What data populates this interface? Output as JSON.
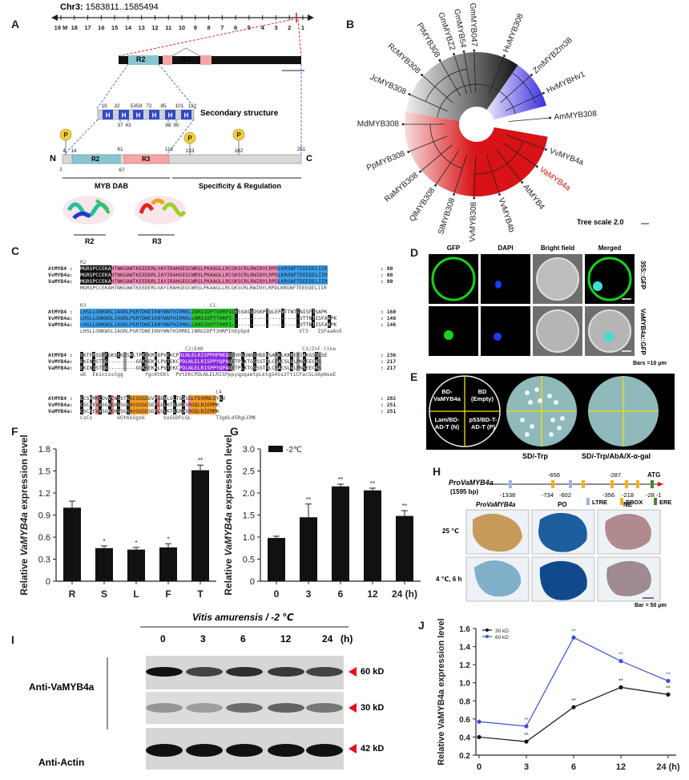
{
  "panelA": {
    "label": "A",
    "chrom": "Chr3:",
    "range": "1583811..1585494",
    "ruler_ticks": [
      "19 M",
      "18",
      "17",
      "16",
      "15",
      "14",
      "13",
      "12",
      "11",
      "10",
      "9",
      "8",
      "7",
      "6",
      "5",
      "4",
      "3",
      "2",
      "1"
    ],
    "gene_r2": "R2",
    "gene_r3": "R3",
    "ss_title": "Secondary structure",
    "ss_top_nums": [
      "19",
      "32",
      "5359",
      "72",
      "85",
      "101",
      "112"
    ],
    "ss_bot_nums": [
      "37",
      "43",
      "88",
      "95"
    ],
    "helix": "H",
    "p": "P",
    "dom_n": "N",
    "dom_c": "C",
    "dom_nums": [
      "4",
      "14",
      "61",
      "112",
      "133",
      "182",
      "251",
      "1",
      "67"
    ],
    "dom_r2": "R2",
    "dom_r3": "R3",
    "mybdab": "MYB DAB",
    "spec": "Specificity & Regulation",
    "struct_r2": "R2",
    "struct_r3": "R3"
  },
  "panelB": {
    "label": "B",
    "leaves": [
      "GmMYB047",
      "HuMYB308",
      "ZmMYBZm38",
      "HvMYBHv1",
      "AmMYB308",
      "VvMYB4a",
      "VaMYB4a",
      "AtMYB4",
      "VvMYB4b",
      "VvMYB308",
      "SlMYB308",
      "QlMYB308",
      "RaMYB308",
      "PpMYB308",
      "MdMYB308",
      "JcMYB308",
      "RcMYB308",
      "PtMYB308",
      "GmMYBZ2",
      "GmMYB54"
    ],
    "scale": "Tree scale 2.0",
    "highlight_color": "#e8101a"
  },
  "panelC": {
    "label": "C",
    "blocks": [
      {
        "header": "R2",
        "names": [
          "AtMYB4 :",
          "VvMYB4a:",
          "VaMYB4a:"
        ],
        "seqs": [
          "MGRSPCCEKAHTNKGAWTKEEDERLVAYIRAHGEGCWRSLPKAAGLLRCGKSCRLRWINYLRPDLKRGNFTEEEDELIIR",
          "MGRSPCCEKAHTNKGAWTKEEDDRLIAYIRAHGEGCWRSLPKAAGLLRCGKSCRLRWINYLRPDLKRGNFTEEEDELIIR",
          "MGRSPCCEKAHTNKGAWTKEEDDRLIAYIRAHGEGCWRSLPKAAGLLRCGKSCRLRWINYLRPDLKRGNFTEEEDELIIR"
        ],
        "ends": [
          ": 80",
          ": 80",
          ": 80"
        ],
        "consensus": "MGRSPCCEKAHTNKGAWTKEEDERLVAYIRAHGEGCWRSLPKAAGLLRCGKSCRLRWINYLRPDLKRGNFTEEEDELIIR"
      },
      {
        "header": "R3                                        C1",
        "names": [
          "AtMYB4 :",
          "VvMYB4a:",
          "VaMYB4a:"
        ],
        "seqs": [
          "LHSLLGNKWSLIAGRLPGRTDNEIKNYWNTHIRRKLINRGIDPTSHRPIQESSASQDSKPTQLEPVTTNTINISFTSAPK",
          "LHSLLGNKWSLIAGRLPGRTDNEIKNYWNTHIRRKLLNRGIDPTTHRPI----------------------VTTNTISFAAPK",
          "LHSLLGNKWSLIAGRLPGRTDNEIKNYWNTHIRRKLLNRGIDPTTHRPI----------------------VTTNTISFAAPK"
        ],
        "ends": [
          ": 160",
          ": 146",
          ": 146"
        ],
        "consensus": "LHSLLGNKWSLIAGRLPGRTDNEIKNYWNTHIRRKLlNRGIDPT3HRPIhEpSpd                VT3   ISFaaAvE"
      },
      {
        "header": "                                  C2/EAR                                C3/ZnF-like",
        "names": [
          "AtMYB4 :",
          "VvMYB4a:",
          "VaMYB4a:"
        ],
        "seqs": [
          "VKTFMGSPFGKSEKISMLTPKEKMKDPVEKCPDLNLELRISPPHPHKQDDVHGGNNGHDDGGAPKLKKKEYIAKGSDLSE",
          "EKINISTTG---------GGKKEKKLPVTEKCPDLNLELRISPPYQPAQETPLKTGGSSTTLCFACSLGLPNSEECKS",
          "EKINISTTG---------GGKKEKKLPVTEKCPDLNLELRISPPYQPAQETPLKTGGSSTTLCFACSLGLPNSEECKS"
        ],
        "ends": [
          ": 236",
          ": 217",
          ": 217"
        ],
        "consensus": "eE  Ekinisstgg       fgcKtEKl  PVtEKCPDLNLELRISPppyqpqaetpLktgG4Ss3Tt1CFacSLG6pNseE"
      },
      {
        "header": "                                            C4",
        "names": [
          "AtMYB4 :",
          "VvMYB4a:",
          "VaMYB4a:"
        ],
        "seqs": [
          "ECSRMRCDVVCNSSTGGCGSGSGVPSDNLGLTGDSGLFDSMNLEYSV",
          "CSCSEVVSGNGHGSGGAVSGSGSDFLGLKTSGRDSRGQLNIEMMK",
          "CSCSEVVSGNGHGSGGAVSGSGSDFLGLKTSGRDSRGQLNIEMMK"
        ],
        "ends": [
          ": 282",
          ": 251",
          ": 251"
        ],
        "consensus": "CsCs        6Gt6SSgs6      SsG5DFLGL        T3g6Ld5RgLEMK"
      }
    ]
  },
  "panelD": {
    "label": "D",
    "cols": [
      "GFP",
      "DAPI",
      "Bright field",
      "Merged"
    ],
    "rows": [
      "35S::GFP",
      "VaMYB4a::GFP"
    ],
    "bar": "Bars =10 μm"
  },
  "panelE": {
    "label": "E",
    "q1": "BD-\nVaMYB4a",
    "q2": "BD\n(Empty)",
    "q3": "Lam/BD-\nAD-T (N)",
    "q4": "p53/BD-T-\nAD-T (P)",
    "cap1": "SD/-Trp",
    "cap2": "SD/-Trp/AbA/X-α-gal"
  },
  "panelF": {
    "label": "F",
    "chart_data": {
      "type": "bar",
      "categories": [
        "R",
        "S",
        "L",
        "F",
        "T"
      ],
      "values": [
        1.0,
        0.45,
        0.43,
        0.46,
        1.51
      ],
      "errors": [
        0.09,
        0.03,
        0.03,
        0.05,
        0.07
      ],
      "sig": [
        "",
        "*",
        "*",
        "*",
        "**"
      ],
      "ylabel": "Relative VaMYB4a expression level",
      "ylim": [
        0,
        1.8
      ],
      "yticks": [
        "0",
        "0.3",
        "0.6",
        "0.9",
        "1.2",
        "1.5",
        "1.8"
      ]
    }
  },
  "panelG": {
    "label": "G",
    "chart_data": {
      "type": "bar",
      "categories": [
        "0",
        "3",
        "6",
        "12",
        "24 (h)"
      ],
      "values": [
        0.98,
        1.45,
        2.15,
        2.06,
        1.48
      ],
      "errors": [
        0.04,
        0.3,
        0.05,
        0.05,
        0.12
      ],
      "sig": [
        "",
        "**",
        "**",
        "**",
        "**"
      ],
      "ylabel": "Relative VaMYB4a expression level",
      "legend": "-2℃",
      "ylim": [
        0,
        3.0
      ],
      "yticks": [
        "0",
        "0.5",
        "1.0",
        "1.5",
        "2.0",
        "2.5",
        "3.0"
      ]
    }
  },
  "panelH": {
    "label": "H",
    "promoter": "ProVaMYB4a",
    "bp": "(1595 bp)",
    "top_pos": [
      "-656",
      "-287",
      "ATG"
    ],
    "bot_pos": [
      "-1338",
      "-734",
      "-602",
      "-356",
      "-218",
      "-28 -1"
    ],
    "legend": [
      "LTRE",
      "EBOX",
      "ERE"
    ],
    "cols": [
      "ProVaMYB4a",
      "PO",
      "NE"
    ],
    "rows": [
      "25 ℃",
      "4 ℃, 6 h"
    ],
    "bar": "Bar = 50 μm"
  },
  "panelI": {
    "label": "I",
    "title": "Vitis amurensis / -2 ℃",
    "lanes": [
      "0",
      "3",
      "6",
      "12",
      "24",
      "(h)"
    ],
    "antibody1": "Anti-VaMYB4a",
    "antibody2": "Anti-Actin",
    "kd": [
      "60 kD",
      "30 kD",
      "42 kD"
    ]
  },
  "panelJ": {
    "label": "J",
    "chart_data": {
      "type": "line",
      "x": [
        "0",
        "3",
        "6",
        "12",
        "24 (h)"
      ],
      "series": [
        {
          "name": "30 kD",
          "values": [
            0.4,
            0.35,
            0.73,
            0.95,
            0.87
          ],
          "color": "#111111"
        },
        {
          "name": "60 kD",
          "values": [
            0.57,
            0.52,
            1.5,
            1.24,
            1.02
          ],
          "color": "#3b4fd8"
        }
      ],
      "sig": [
        "",
        "**",
        "**",
        "**",
        "**"
      ],
      "ylabel": "Relative VaMYB4a expression level",
      "ylim": [
        0.2,
        1.6
      ],
      "yticks": [
        "0.2",
        "0.4",
        "0.6",
        "0.8",
        "1.0",
        "1.2",
        "1.4",
        "1.6"
      ]
    }
  }
}
